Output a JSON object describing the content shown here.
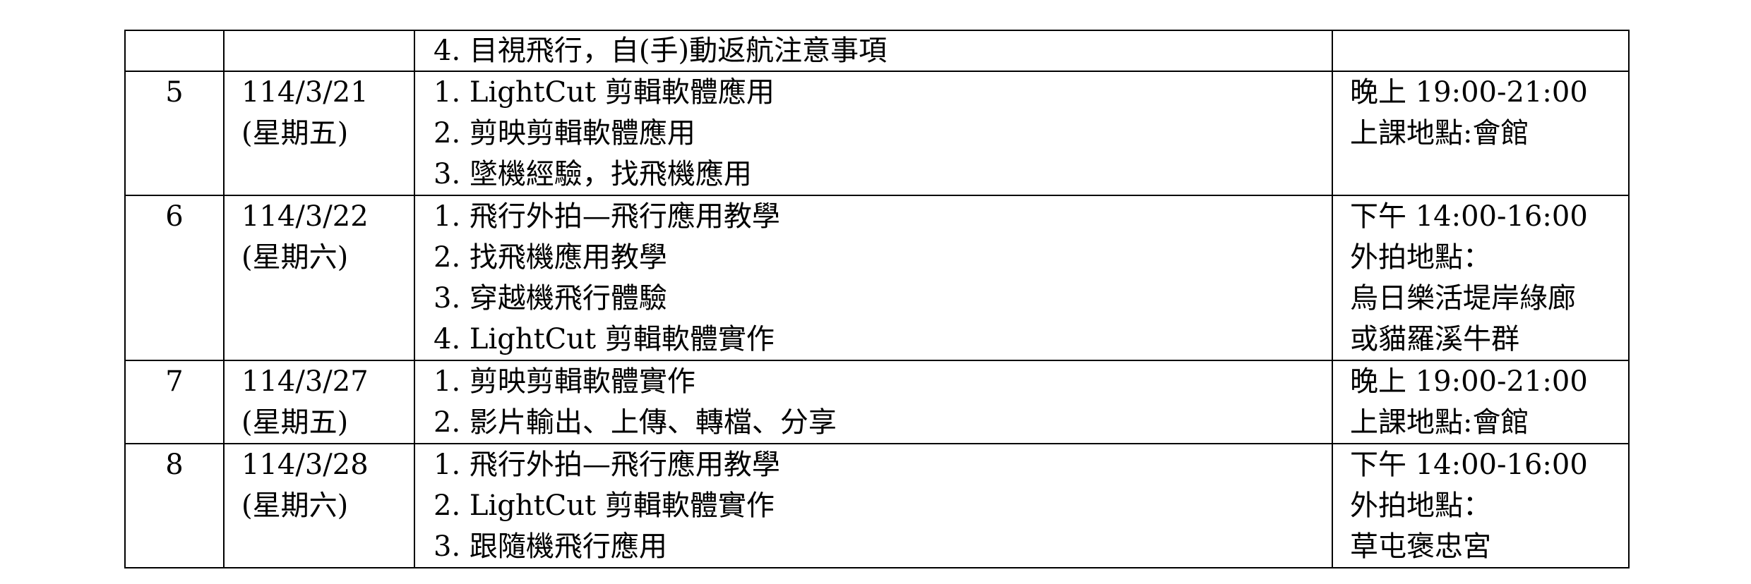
{
  "rows": [
    {
      "no": "",
      "date": [],
      "items": [
        "4.  目視飛行，自(手)動返航注意事項"
      ],
      "notes": []
    },
    {
      "no": "5",
      "date": [
        "114/3/21",
        "(星期五)"
      ],
      "items": [
        "1.  LightCut 剪輯軟體應用",
        "2.  剪映剪輯軟體應用",
        "3.  墜機經驗，找飛機應用"
      ],
      "notes": [
        "晚上 19:00-21:00",
        "上課地點:會館"
      ]
    },
    {
      "no": "6",
      "date": [
        "114/3/22",
        "(星期六)"
      ],
      "items": [
        "1.  飛行外拍—飛行應用教學",
        "2.  找飛機應用教學",
        "3.  穿越機飛行體驗",
        "4.  LightCut 剪輯軟體實作"
      ],
      "notes": [
        "下午 14:00-16:00",
        "外拍地點：",
        "烏日樂活堤岸綠廊",
        "或貓羅溪牛群"
      ]
    },
    {
      "no": "7",
      "date": [
        "114/3/27",
        "(星期五)"
      ],
      "items": [
        "1.   剪映剪輯軟體實作",
        "2.   影片輸出、上傳、轉檔、分享"
      ],
      "notes": [
        "晚上 19:00-21:00",
        "上課地點:會館"
      ]
    },
    {
      "no": "8",
      "date": [
        "114/3/28",
        "(星期六)"
      ],
      "items": [
        "1.   飛行外拍—飛行應用教學",
        "2.   LightCut 剪輯軟體實作",
        "3.  跟隨機飛行應用"
      ],
      "notes": [
        "下午 14:00-16:00",
        "外拍地點：",
        "草屯褒忠宮"
      ]
    }
  ]
}
